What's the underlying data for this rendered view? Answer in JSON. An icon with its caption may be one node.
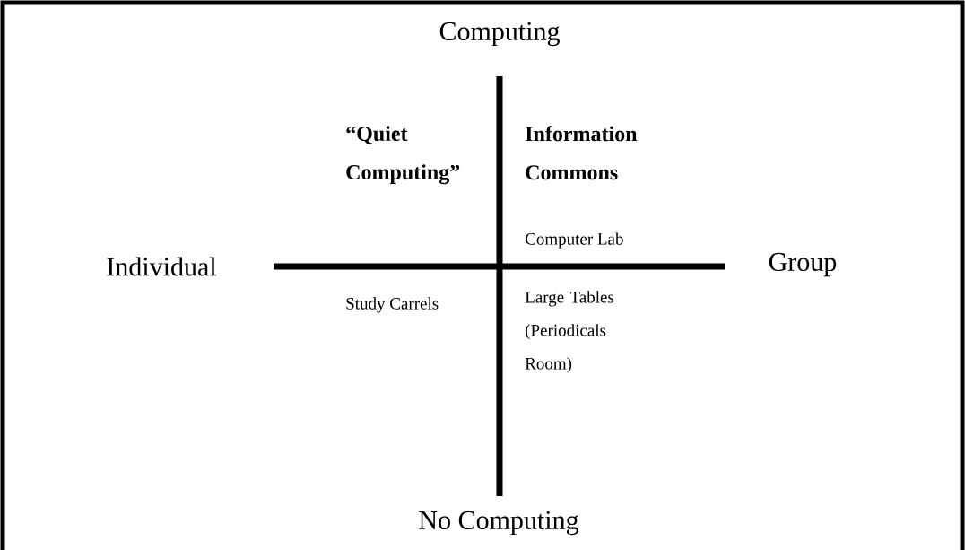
{
  "diagram": {
    "labels": [
      "Computing",
      "“Quiet Computing”",
      "Information Commons",
      "Computer Lab",
      "Individual",
      "Group",
      "Study Carrels",
      "Large Tables (Periodicals Room)",
      "No Computing"
    ]
  }
}
